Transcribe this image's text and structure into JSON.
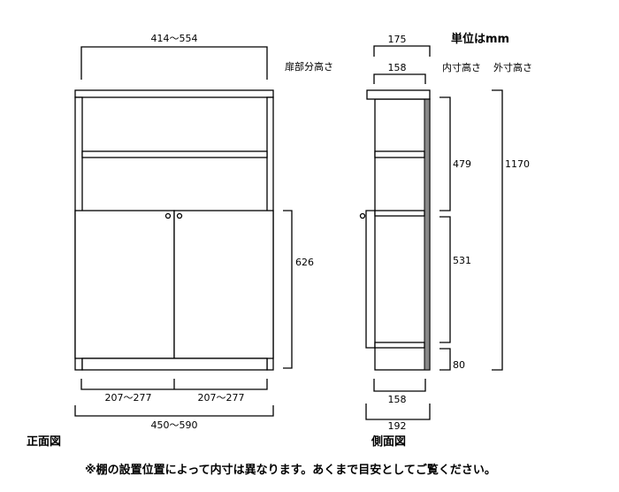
{
  "units_label": "単位はmm",
  "front": {
    "title": "正面図",
    "width_inner_top": "414〜554",
    "door_height_label": "扉部分高さ",
    "door_height": "626",
    "door_left_width": "207〜277",
    "door_right_width": "207〜277",
    "width_outer": "450〜590"
  },
  "side": {
    "title": "側面図",
    "depth_top_outer": "175",
    "depth_top_inner": "158",
    "inner_height_label": "内寸高さ",
    "outer_height_label": "外寸高さ",
    "inner_upper": "479",
    "inner_lower": "531",
    "plinth": "80",
    "outer_height": "1170",
    "depth_bottom_inner": "158",
    "depth_bottom_outer": "192"
  },
  "footnote": "※棚の設置位置によって内寸は異なります。あくまで目安としてご覧ください。"
}
